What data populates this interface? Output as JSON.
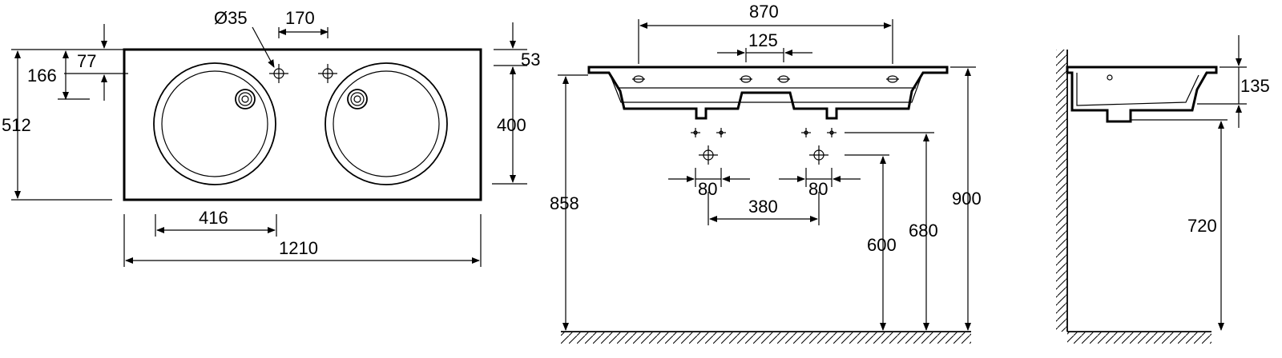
{
  "dimensions": {
    "top_view": {
      "hole_diameter": "Ø35",
      "hole_spacing": "170",
      "hole_offset": "77",
      "hole_to_edge": "166",
      "depth": "512",
      "bowl_depth": "400",
      "rim_offset": "53",
      "bowl_width": "416",
      "total_width": "1210"
    },
    "front_view": {
      "width": "870",
      "tap_spacing": "125",
      "left_80": "80",
      "right_80": "80",
      "drain_spacing": "380",
      "height_858": "858",
      "height_600": "600",
      "height_680": "680",
      "height_900": "900"
    },
    "side_view": {
      "basin_height": "135",
      "height_720": "720"
    }
  }
}
